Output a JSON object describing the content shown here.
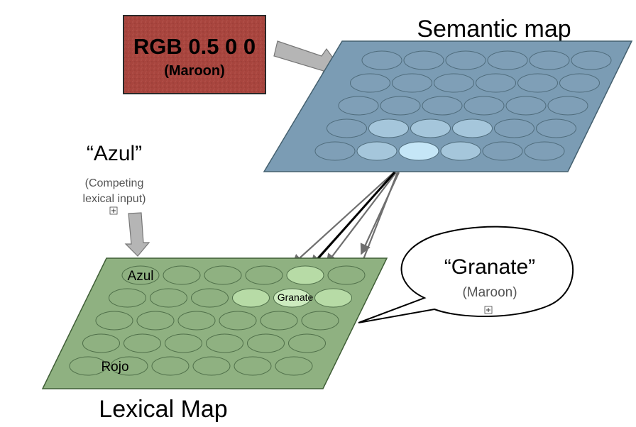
{
  "input_box": {
    "title": "RGB 0.5 0 0",
    "subtitle": "(Maroon)",
    "fill_color": "#a8453e"
  },
  "semantic_map": {
    "title": "Semantic map",
    "rows": 5,
    "cols": 6,
    "fill_color": "#7b9cb4",
    "unit_color": "#7f9fb7",
    "active_units": [
      {
        "row": 3,
        "col": 1,
        "shade": "#a5c6db"
      },
      {
        "row": 3,
        "col": 2,
        "shade": "#a5c6db"
      },
      {
        "row": 3,
        "col": 3,
        "shade": "#a5c6db"
      },
      {
        "row": 4,
        "col": 1,
        "shade": "#a5c6db"
      },
      {
        "row": 4,
        "col": 2,
        "shade": "#c5e6f7"
      },
      {
        "row": 4,
        "col": 3,
        "shade": "#a5c6db"
      }
    ]
  },
  "competing_input": {
    "word": "“Azul”",
    "note_line1": "(Competing",
    "note_line2": "lexical input)"
  },
  "lexical_map": {
    "title": "Lexical Map",
    "rows": 5,
    "cols": 6,
    "fill_color": "#8fb181",
    "unit_color": "#8fb181",
    "active_units": [
      {
        "row": 0,
        "col": 4,
        "shade": "#b7dba6"
      },
      {
        "row": 1,
        "col": 3,
        "shade": "#b7dba6"
      },
      {
        "row": 1,
        "col": 4,
        "shade": "#cdebbf"
      },
      {
        "row": 1,
        "col": 5,
        "shade": "#b7dba6"
      }
    ],
    "labels": {
      "azul": "Azul",
      "granate": "Granate",
      "rojo": "Rojo"
    }
  },
  "callout": {
    "word": "“Granate”",
    "translation": "(Maroon)"
  }
}
